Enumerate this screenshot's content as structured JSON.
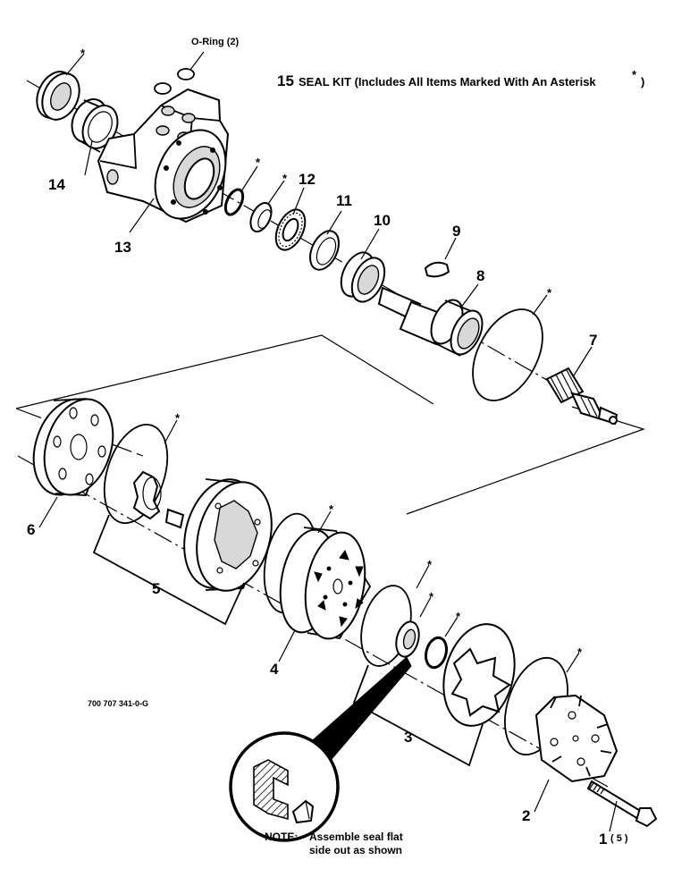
{
  "kit": {
    "number": "15",
    "text": "SEAL KIT  (Includes All Items Marked With An Asterisk",
    "close": ")"
  },
  "oring_label": "O-Ring (2)",
  "asterisk": "*",
  "drawing_number": "700 707 341-0-G",
  "note": {
    "prefix": "NOTE:",
    "line1": "Assemble seal flat",
    "line2": "side out as shown"
  },
  "callouts": {
    "c1": "1",
    "c1_qty": "( 5 )",
    "c2": "2",
    "c3": "3",
    "c4": "4",
    "c5": "5",
    "c6": "6",
    "c7": "7",
    "c8": "8",
    "c9": "9",
    "c10": "10",
    "c11": "11",
    "c12": "12",
    "c13": "13",
    "c14": "14"
  }
}
